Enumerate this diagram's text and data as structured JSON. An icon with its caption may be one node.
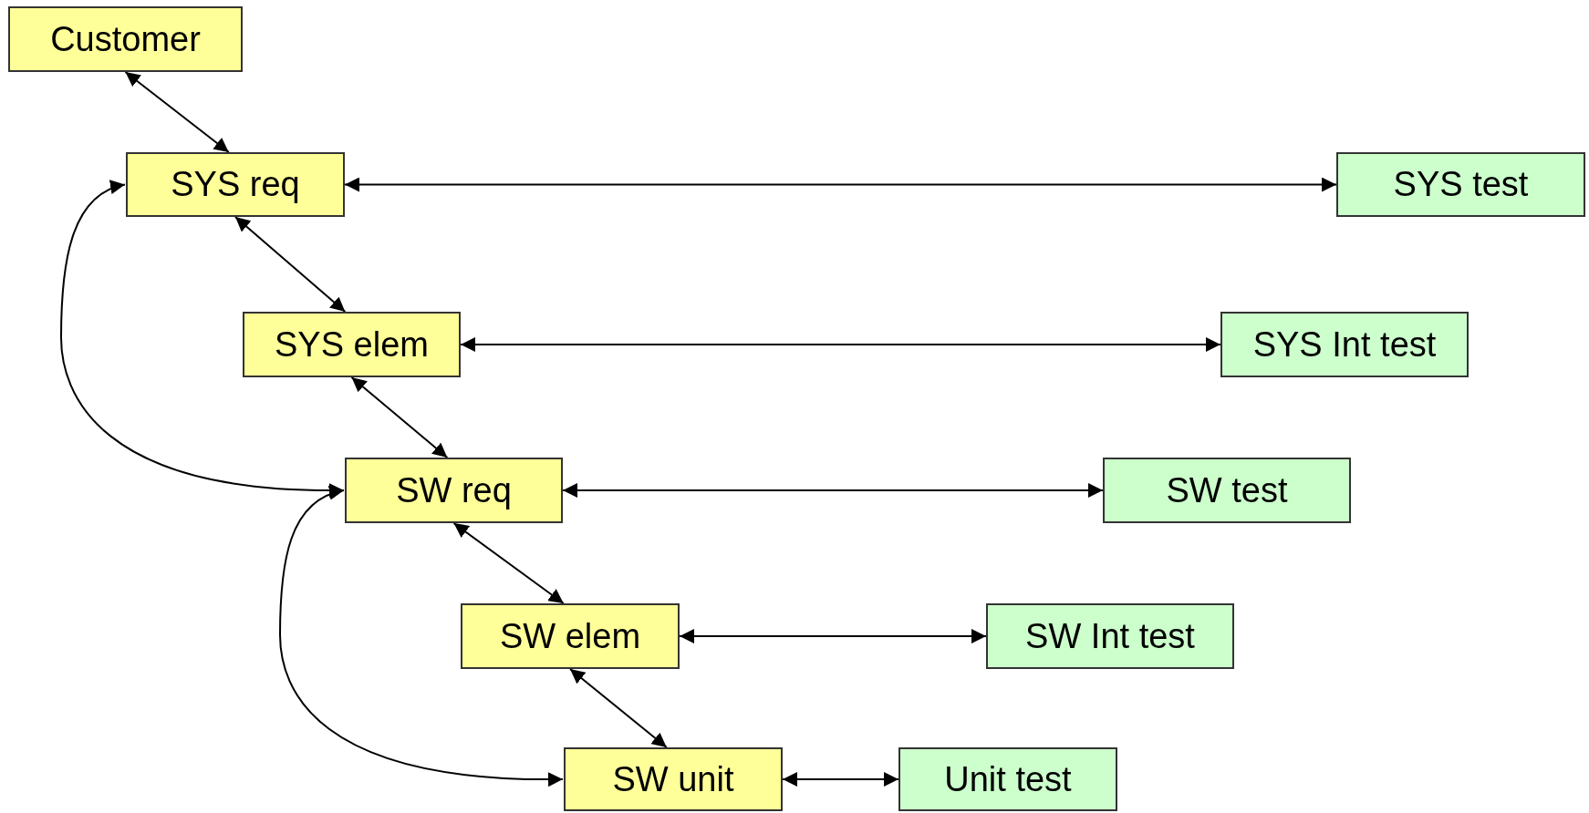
{
  "diagram": {
    "nodes": [
      {
        "text": [
          "Customer"
        ]
      },
      {
        "text": [
          "SYS req"
        ]
      },
      {
        "text": [
          "SYS elem"
        ]
      },
      {
        "text": [
          "SW req"
        ]
      },
      {
        "text": [
          "SW elem"
        ]
      },
      {
        "text": [
          "SW unit"
        ]
      },
      {
        "text": [
          "SYS test"
        ]
      },
      {
        "text": [
          "SYS Int test"
        ]
      },
      {
        "text": [
          "SW test"
        ]
      },
      {
        "text": [
          "SW Int test"
        ]
      },
      {
        "text": [
          "Unit test"
        ]
      }
    ],
    "edges": [
      {
        "from": 0,
        "to": 1,
        "arrow": "both"
      },
      {
        "from": 1,
        "to": 2,
        "arrow": "both"
      },
      {
        "from": 2,
        "to": 3,
        "arrow": "both"
      },
      {
        "from": 3,
        "to": 4,
        "arrow": "both"
      },
      {
        "from": 4,
        "to": 5,
        "arrow": "both"
      },
      {
        "from": 1,
        "to": 6,
        "arrow": "both"
      },
      {
        "from": 2,
        "to": 7,
        "arrow": "both"
      },
      {
        "from": 3,
        "to": 8,
        "arrow": "both"
      },
      {
        "from": 4,
        "to": 9,
        "arrow": "both"
      },
      {
        "from": 5,
        "to": 10,
        "arrow": "both"
      },
      {
        "from": 3,
        "to": 1,
        "arrow": "both"
      },
      {
        "from": 5,
        "to": 3,
        "arrow": "both"
      }
    ]
  }
}
